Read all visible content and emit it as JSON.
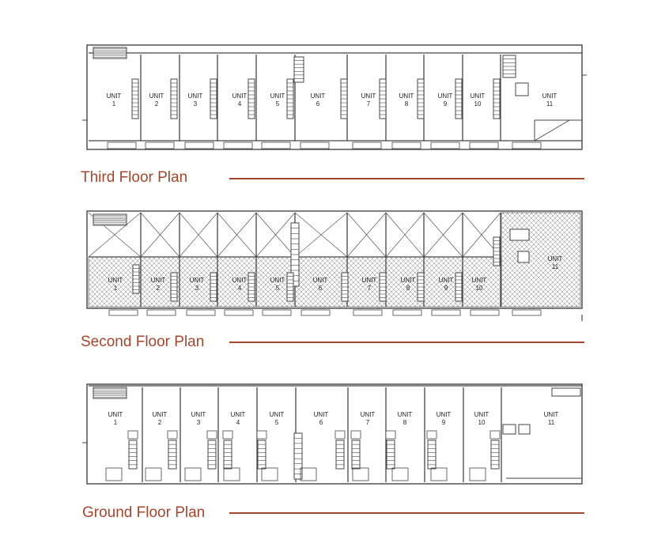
{
  "colors": {
    "accent": "#a0472e",
    "wall": "#444444"
  },
  "unit_word": "UNIT",
  "plans": [
    {
      "title": "Third Floor Plan",
      "units": [
        "1",
        "2",
        "3",
        "4",
        "5",
        "6",
        "7",
        "8",
        "9",
        "10",
        "11"
      ]
    },
    {
      "title": "Second Floor Plan",
      "units": [
        "1",
        "2",
        "3",
        "4",
        "5",
        "6",
        "7",
        "8",
        "9",
        "10",
        "11"
      ]
    },
    {
      "title": "Ground Floor Plan",
      "units": [
        "1",
        "2",
        "3",
        "4",
        "5",
        "6",
        "7",
        "8",
        "9",
        "10",
        "11"
      ]
    }
  ]
}
